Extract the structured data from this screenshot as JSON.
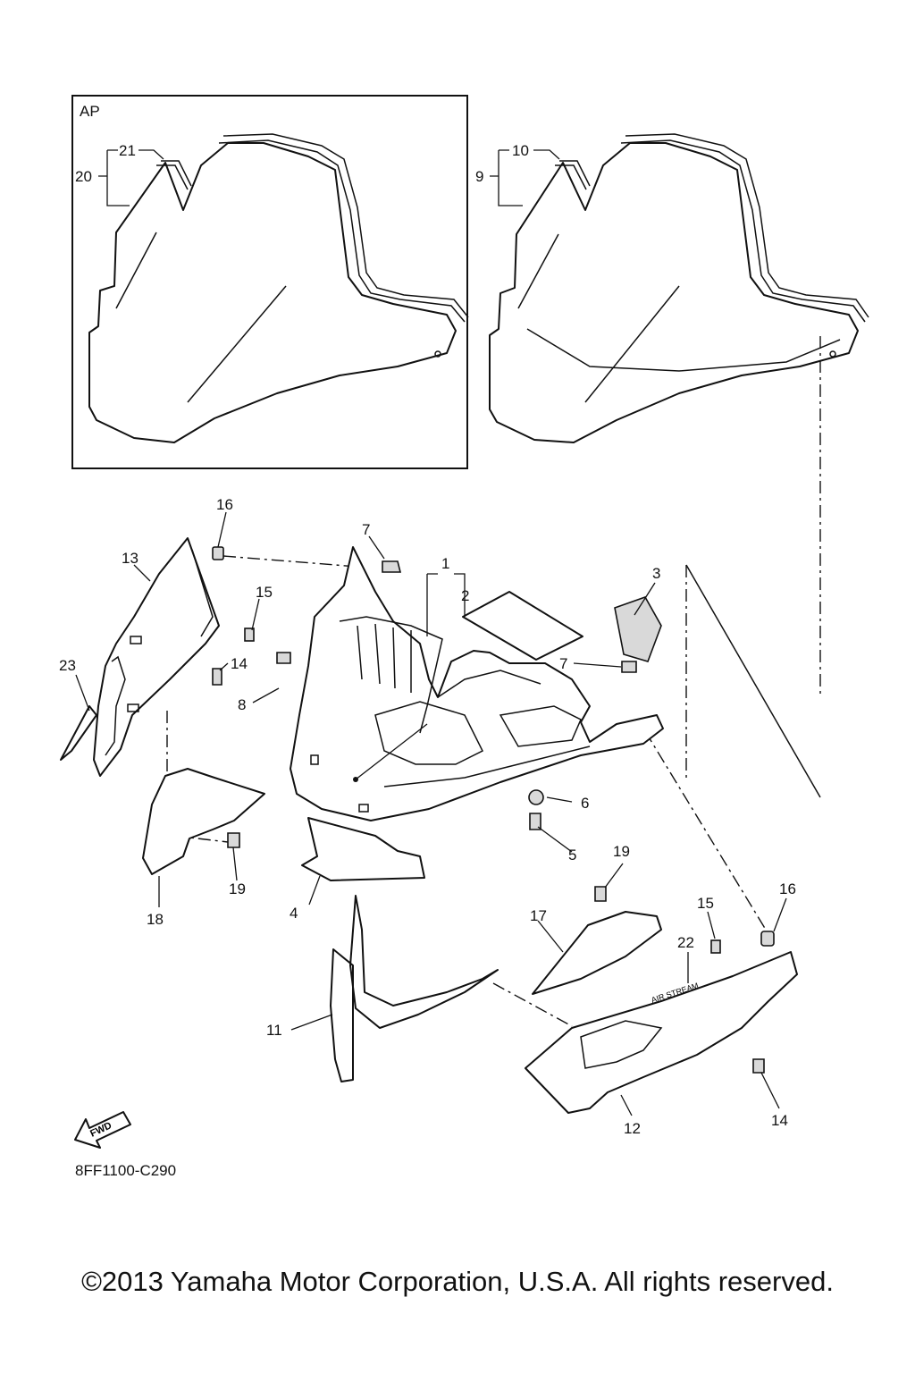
{
  "diagram": {
    "inset_label": "AP",
    "callouts": [
      {
        "id": "c1",
        "text": "1"
      },
      {
        "id": "c2",
        "text": "2"
      },
      {
        "id": "c3",
        "text": "3"
      },
      {
        "id": "c4",
        "text": "4"
      },
      {
        "id": "c5",
        "text": "5"
      },
      {
        "id": "c6",
        "text": "6"
      },
      {
        "id": "c7a",
        "text": "7"
      },
      {
        "id": "c7b",
        "text": "7"
      },
      {
        "id": "c8",
        "text": "8"
      },
      {
        "id": "c9",
        "text": "9"
      },
      {
        "id": "c10",
        "text": "10"
      },
      {
        "id": "c11",
        "text": "11"
      },
      {
        "id": "c12",
        "text": "12"
      },
      {
        "id": "c13",
        "text": "13"
      },
      {
        "id": "c14a",
        "text": "14"
      },
      {
        "id": "c14b",
        "text": "14"
      },
      {
        "id": "c15a",
        "text": "15"
      },
      {
        "id": "c15b",
        "text": "15"
      },
      {
        "id": "c16a",
        "text": "16"
      },
      {
        "id": "c16b",
        "text": "16"
      },
      {
        "id": "c17",
        "text": "17"
      },
      {
        "id": "c18",
        "text": "18"
      },
      {
        "id": "c19a",
        "text": "19"
      },
      {
        "id": "c19b",
        "text": "19"
      },
      {
        "id": "c20",
        "text": "20"
      },
      {
        "id": "c21",
        "text": "21"
      },
      {
        "id": "c22",
        "text": "22"
      },
      {
        "id": "c23",
        "text": "23"
      }
    ],
    "fwd_label": "FWD",
    "decal_text": "AIR STREAM",
    "diagram_code": "8FF1100-C290"
  },
  "footer": {
    "copyright": "©2013 Yamaha Motor Corporation, U.S.A. All rights reserved."
  },
  "colors": {
    "line": "#111111",
    "background": "#ffffff",
    "shade": "#d9d9d9"
  }
}
